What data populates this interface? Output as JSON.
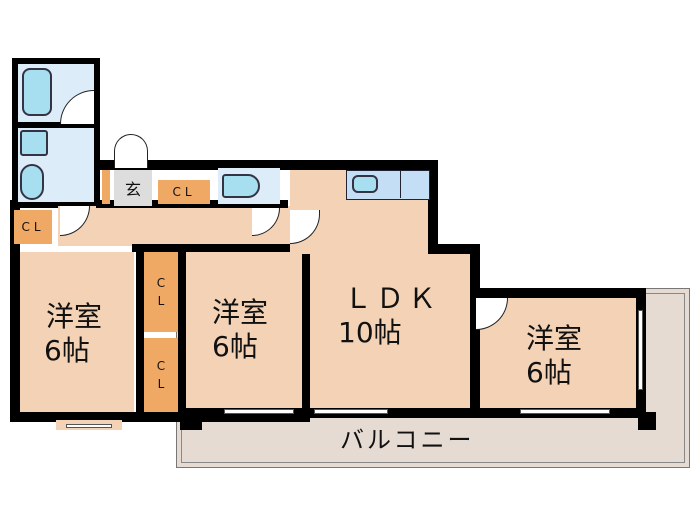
{
  "floorplan": {
    "rooms": [
      {
        "id": "western-room-1",
        "name": "洋室",
        "size": "6帖"
      },
      {
        "id": "western-room-2",
        "name": "洋室",
        "size": "6帖"
      },
      {
        "id": "ldk",
        "name": "ＬＤＫ",
        "size": "10帖"
      },
      {
        "id": "western-room-3",
        "name": "洋室",
        "size": "6帖"
      }
    ],
    "closets": [
      "CL",
      "CL",
      "CL",
      "C\nL",
      "C\nL"
    ],
    "closet_labels": {
      "h": "CL",
      "v1": "C",
      "v2": "L"
    },
    "entrance": "玄",
    "balcony": "バルコニー",
    "colors": {
      "room_fill": "#f3d2b5",
      "closet_fill": "#f0a865",
      "wet_area_fill": "#dcecf8",
      "fixture_fill": "#a8dff0",
      "balcony_fill": "#e5dbd3",
      "wall": "#000000"
    }
  }
}
